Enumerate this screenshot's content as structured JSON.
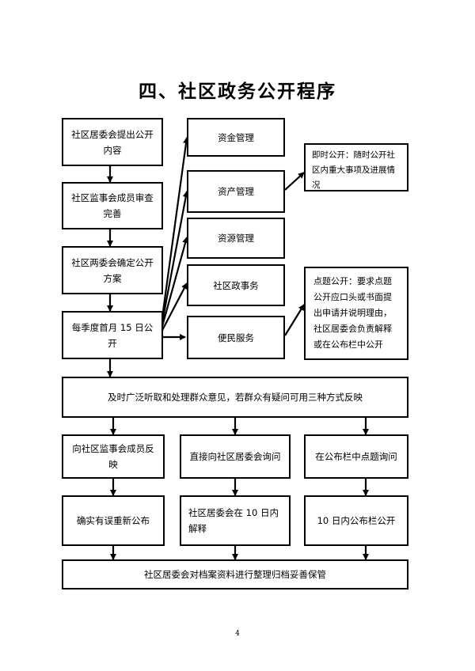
{
  "title": "四、社区政务公开程序",
  "left_steps": [
    "社区居委会提出公开内容",
    "社区监事会成员审查完善",
    "社区两委会确定公开方案",
    "每季度首月 15 日公开"
  ],
  "categories": [
    "资金管理",
    "资产管理",
    "资源管理",
    "社区政事务",
    "便民服务"
  ],
  "notes": {
    "immediate": "即时公开：随时公开社区内重大事项及进展情况",
    "on_demand": "点题公开：要求点题公开应口头或书面提出申请并说明理由，社区居委会负责解释或在公布栏中公开"
  },
  "feedback": "及时广泛听取和处理群众意见，若群众有疑问可用三种方式反映",
  "channels": [
    "向社区监事会成员反映",
    "直接向社区居委会询问",
    "在公布栏中点题询问"
  ],
  "outcomes": [
    "确实有误重新公布",
    "社区居委会在 10 日内解释",
    "10 日内公布栏公开"
  ],
  "archive": "社区居委会对档案资料进行整理归档妥善保管",
  "page_number": "4"
}
